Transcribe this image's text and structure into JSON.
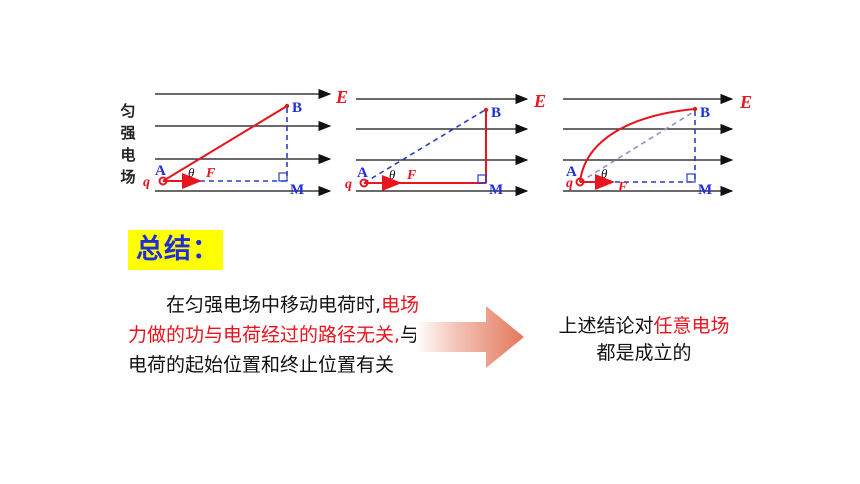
{
  "side_label": [
    "匀",
    "强",
    "电",
    "场"
  ],
  "diagram_labels": {
    "A": "A",
    "B": "B",
    "M": "M",
    "q": "q",
    "E": "E",
    "F": "F",
    "theta": "θ"
  },
  "summary_title": "总结：",
  "paragraph": {
    "part1": "在匀强电场中移动电荷时,",
    "part2_red": "电场力做的功与电荷经过的路径无关,",
    "part3": "与电荷的起始位置和终止位置有关"
  },
  "conclusion": {
    "pre": "上述结论对",
    "red": "任意电场",
    "post": "都是成立的"
  },
  "colors": {
    "red": "#e8141e",
    "blue_dashed": "#2a3fc8",
    "field_lines": "#111111",
    "summary_bg": "#ffff00",
    "summary_text": "#1f2dd8"
  }
}
